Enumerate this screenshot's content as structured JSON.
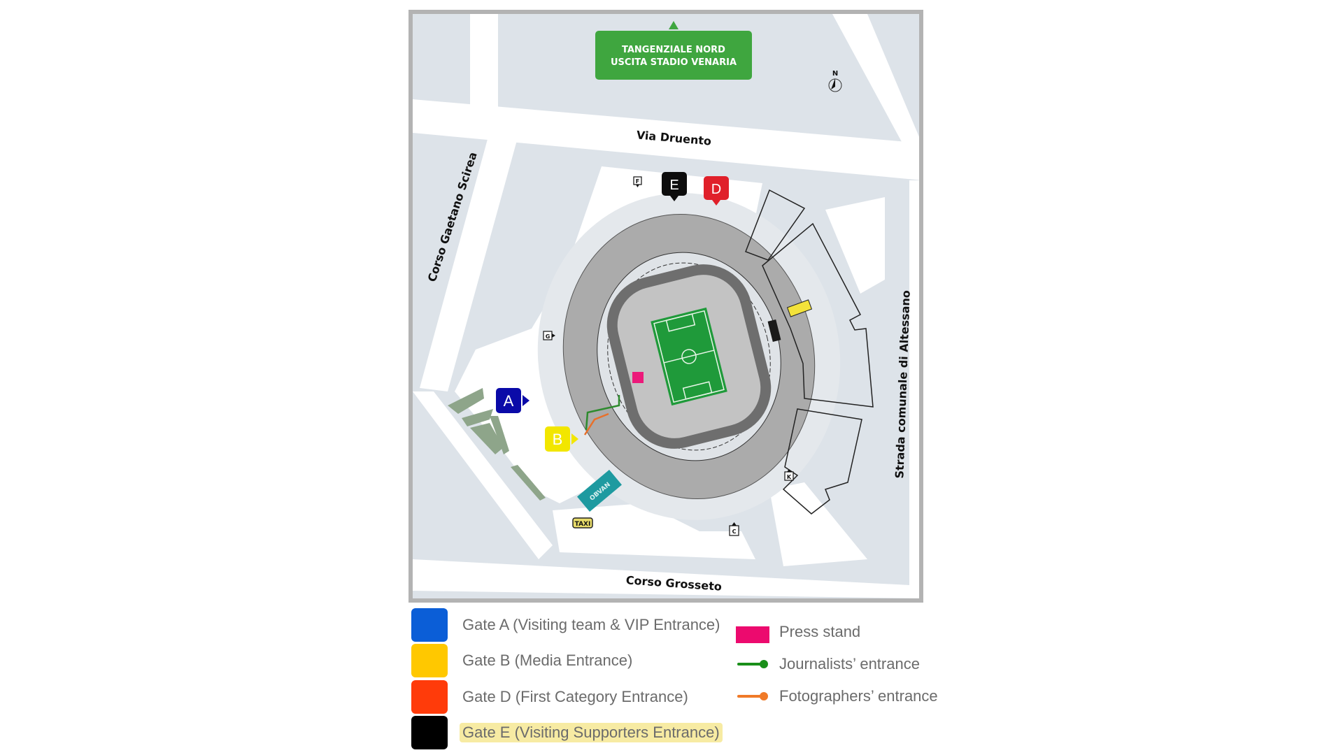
{
  "map": {
    "highway_sign": {
      "line1": "TANGENZIALE NORD",
      "line2": "USCITA STADIO VENARIA",
      "color": "#3fa63f"
    },
    "compass": {
      "label": "N"
    },
    "streets": {
      "north": "Via Druento",
      "west": "Corso Gaetano Scirea",
      "east": "Strada comunale di Altessano",
      "south": "Corso Grosseto"
    },
    "gates": [
      {
        "id": "A",
        "label": "A",
        "color": "#0a0aa8"
      },
      {
        "id": "B",
        "label": "B",
        "color": "#f2e600"
      },
      {
        "id": "D",
        "label": "D",
        "color": "#e0202a"
      },
      {
        "id": "E",
        "label": "E",
        "color": "#0d0d0d"
      }
    ],
    "small_markers": [
      {
        "id": "F",
        "label": "F"
      },
      {
        "id": "G",
        "label": "G"
      },
      {
        "id": "K",
        "label": "K"
      },
      {
        "id": "C",
        "label": "C"
      }
    ],
    "labels": {
      "taxi": "TAXI",
      "obvan": "OBVAN"
    },
    "colors": {
      "ground": "#dde3e9",
      "road": "#ffffff",
      "stands": "#a9a9a9",
      "pitch": "#1f9a3a",
      "press": "#ec1a7a",
      "obvan": "#1e9aa0",
      "journalists_path": "#2e8b2e",
      "photographers_path": "#e8702a"
    }
  },
  "legend": {
    "gates": [
      {
        "label": "Gate A (Visiting team  & VIP Entrance)",
        "color": "#0b5ed7",
        "highlighted": false
      },
      {
        "label": "Gate B (Media Entrance)",
        "color": "#ffc800",
        "highlighted": false
      },
      {
        "label": "Gate D (First Category Entrance)",
        "color": "#ff3b0a",
        "highlighted": false
      },
      {
        "label": "Gate E (Visiting Supporters Entrance)",
        "color": "#000000",
        "highlighted": true
      }
    ],
    "other": [
      {
        "label": "Press stand",
        "type": "box",
        "color": "#ec0a6e"
      },
      {
        "label": "Journalists’ entrance",
        "type": "line",
        "color": "#1a8f1a"
      },
      {
        "label": "Fotographers’ entrance",
        "type": "line",
        "color": "#f07a28"
      }
    ]
  }
}
